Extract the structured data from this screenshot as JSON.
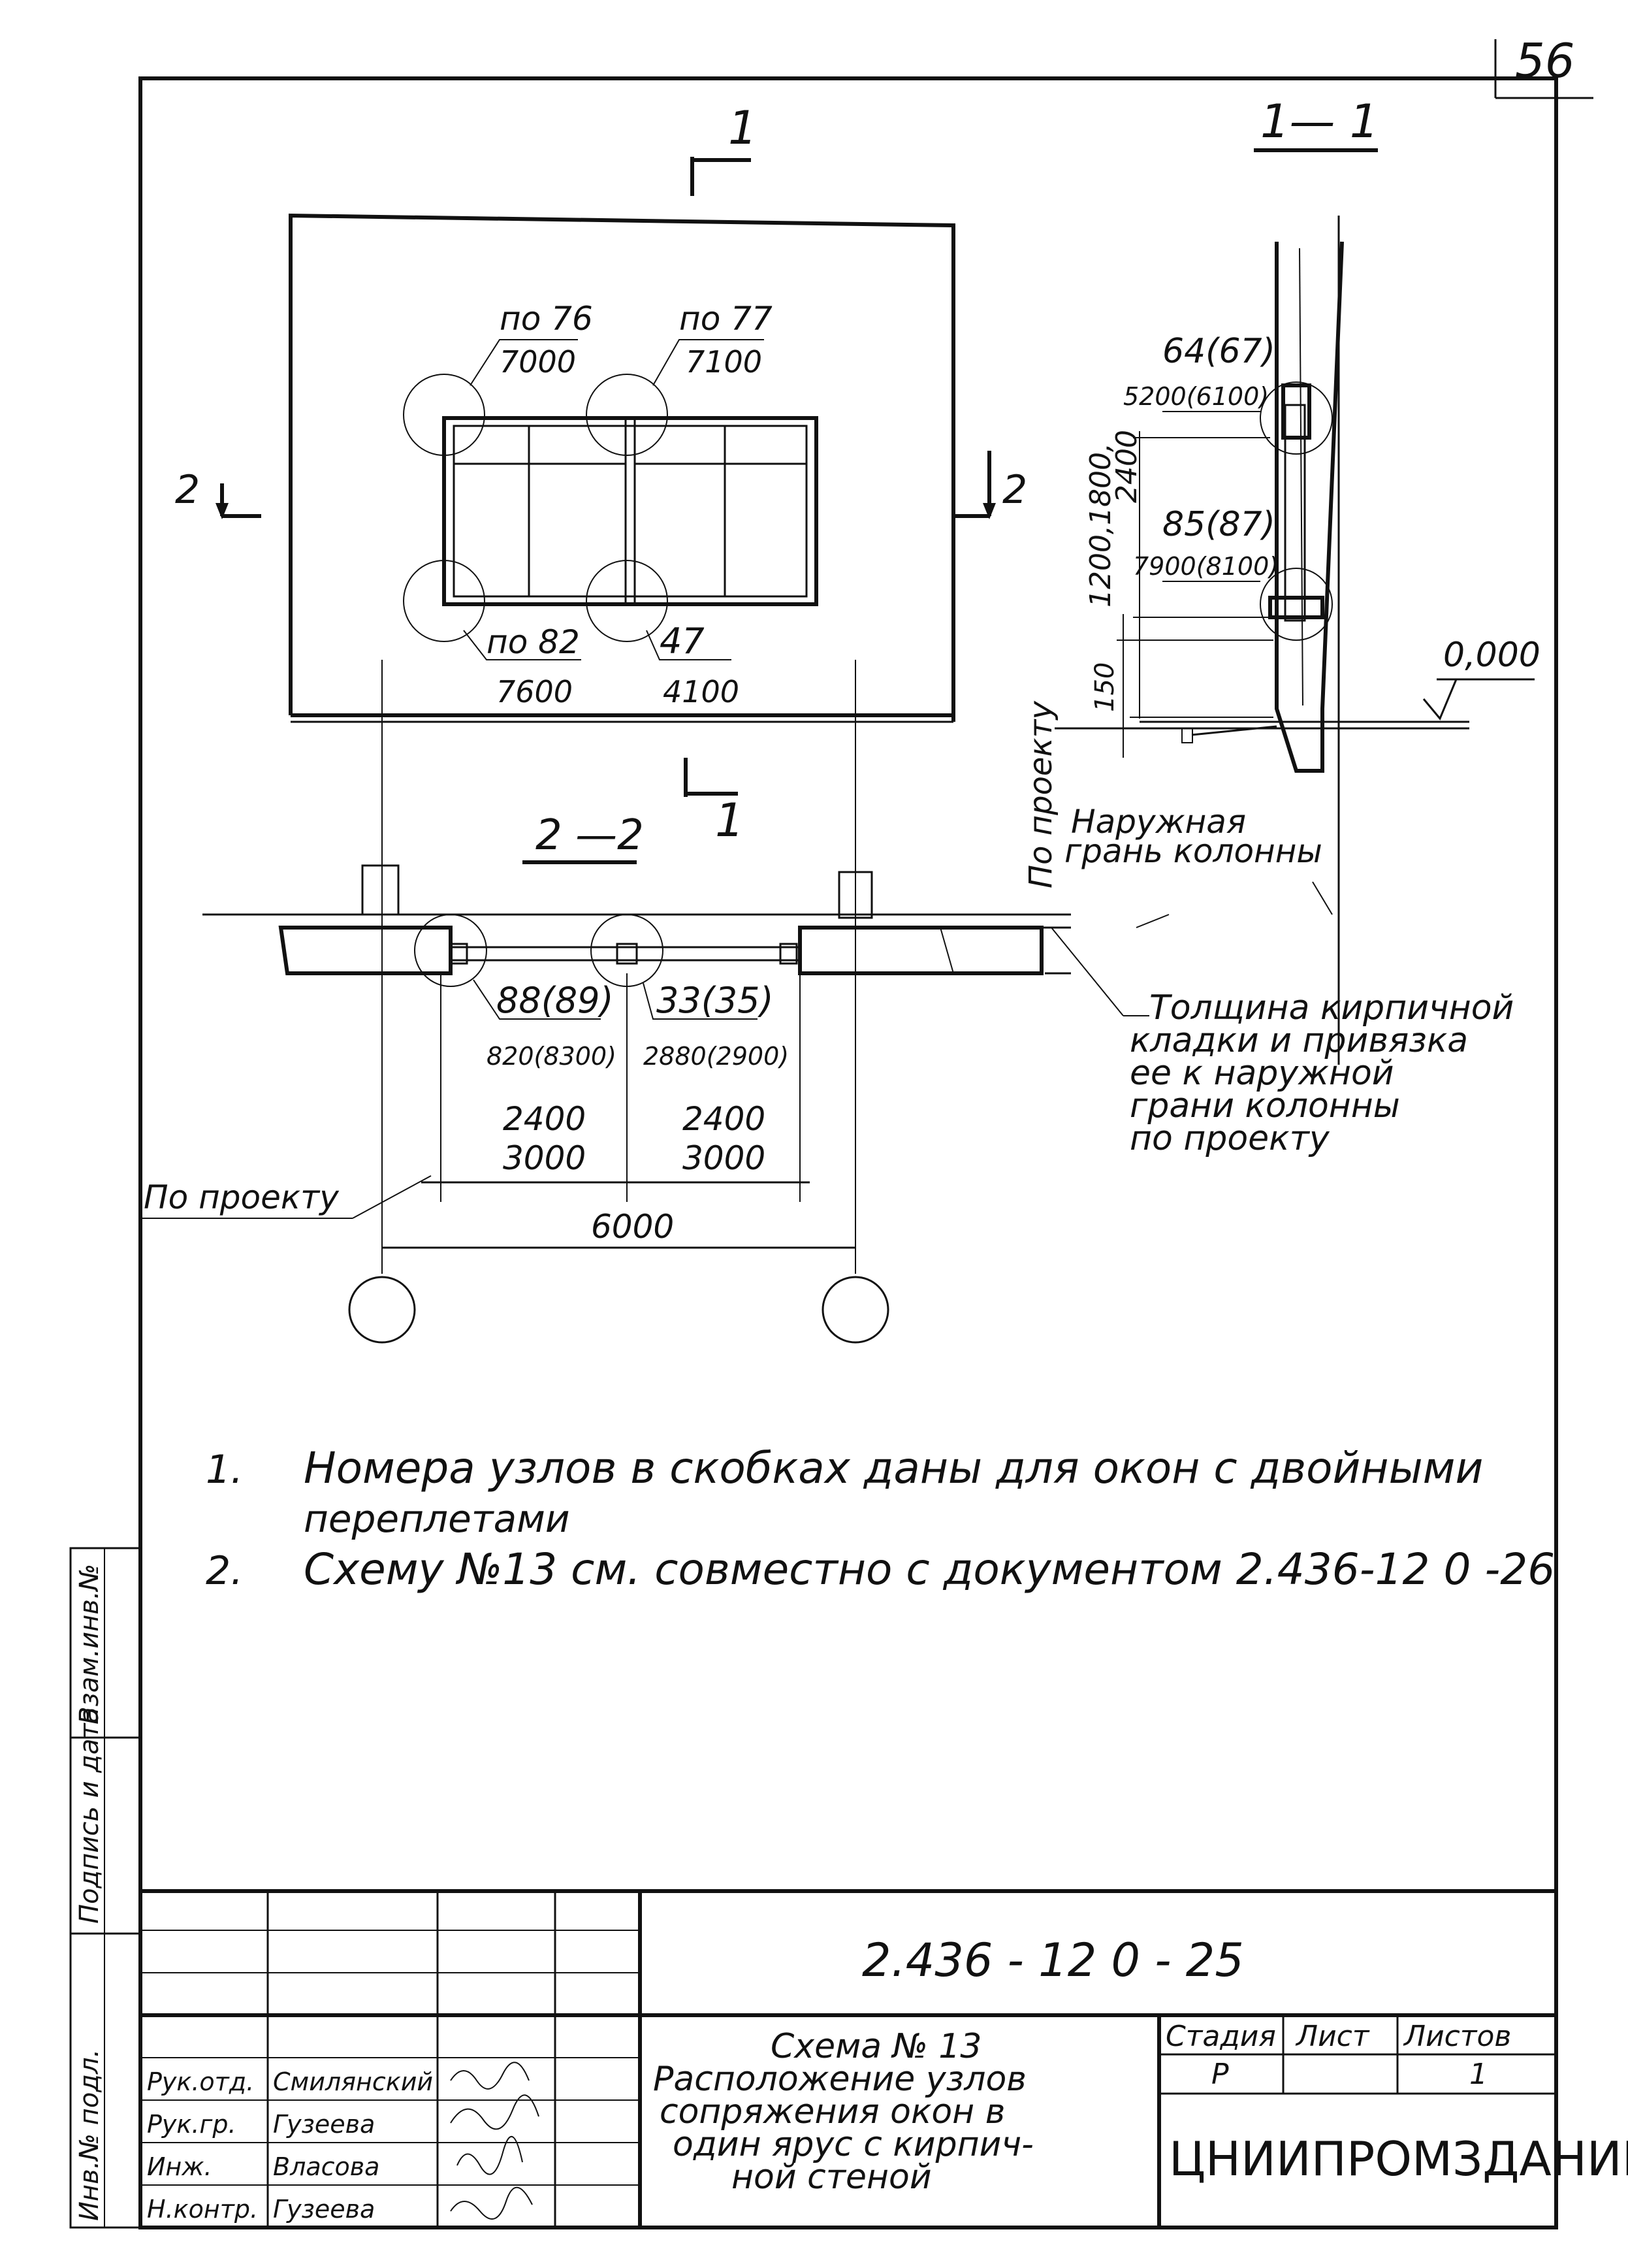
{
  "sheet_number": "56",
  "section_marks": {
    "section_1_top_label": "1",
    "section_1_bottom_label": "1",
    "section_2_left_label": "2",
    "section_2_right_label": "2"
  },
  "elevation": {
    "nodes": [
      {
        "top": "по 76",
        "bottom": "7000"
      },
      {
        "top": "по 77",
        "bottom": "7100"
      },
      {
        "top": "по 82",
        "bottom": "7600"
      },
      {
        "top": "47",
        "bottom": "4100"
      }
    ]
  },
  "section_1_1": {
    "title": "1— 1",
    "node_upper": {
      "top": "64(67)",
      "bottom": "5200(6100)"
    },
    "node_lower": {
      "top": "85(87)",
      "bottom": "7900(8100)"
    },
    "height_dim": "1200,1800,",
    "height_dim_2": "2400",
    "dim_150": "150",
    "level": "0,000",
    "po_proektu": "По проекту",
    "outer_face_line1": "Наружная",
    "outer_face_line2": "грань колонны"
  },
  "section_2_2": {
    "title": "2 —2",
    "node_left": {
      "top": "88(89)",
      "bottom": "820(8300)"
    },
    "node_right": {
      "top": "33(35)",
      "bottom": "2880(2900)"
    },
    "dim_left_1": "2400",
    "dim_left_2": "3000",
    "dim_right_1": "2400",
    "dim_right_2": "3000",
    "dim_total": "6000",
    "po_proektu": "По проекту",
    "note_lines": [
      "Толщина кирпичной",
      "кладки и привязка",
      "ее к наружной",
      "грани   колонны",
      "по проекту"
    ]
  },
  "notes": [
    {
      "num": "1.",
      "line1": "Номера узлов в скобках даны для окон с двойными",
      "line2": "переплетами"
    },
    {
      "num": "2.",
      "line1": "Схему №13 см. совместно с документом 2.436-12 0 -26",
      "line2": ""
    }
  ],
  "side_stamp": [
    "Взам.инв.№",
    "Подпись и дата",
    "Инв.№ подл."
  ],
  "title_block": {
    "doc_code": "2.436 - 12 0 - 25",
    "title_lines": [
      "Схема № 13",
      "Расположение узлов",
      "сопряжения окон в",
      "один ярус с кирпич-",
      "ной   стеной"
    ],
    "stage_header": "Стадия",
    "sheet_header": "Лист",
    "sheets_header": "Листов",
    "stage": "Р",
    "sheet": "",
    "sheets": "1",
    "organization": "ЦНИИПРОМЗДАНИЙ",
    "people": [
      {
        "role": "Рук.отд.",
        "name": "Смилянский"
      },
      {
        "role": "Рук.гр.",
        "name": "Гузеева"
      },
      {
        "role": "Инж.",
        "name": "Власова"
      },
      {
        "role": "Н.контр.",
        "name": "Гузеева"
      }
    ]
  }
}
